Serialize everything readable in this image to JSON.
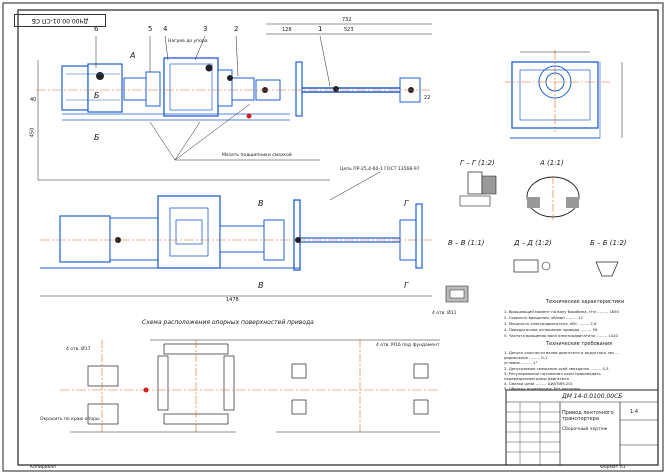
{
  "colors": {
    "blue": "#1e5fd0",
    "dim": "#2a2a2a",
    "axis": "#e06a1a",
    "red": "#d02020",
    "frame": "#222222"
  },
  "stamp": "ДЧ00 00.01-СП СБ",
  "top_view": {
    "callouts": [
      "6",
      "5",
      "4",
      "3",
      "2",
      "1"
    ],
    "letters": [
      "А",
      "Б",
      "Б"
    ],
    "dims": [
      "732",
      "128",
      "523",
      "450",
      "40",
      "22"
    ],
    "note_zone": "Нагрев до упора",
    "label_mid": "Мазать подшипники смазкой"
  },
  "front_view": {
    "chain_note": "Цепь ПР-25,4-60-1 ГОСТ 13568-97",
    "letters": [
      "В",
      "В",
      "Г",
      "Г"
    ],
    "dims": [
      "1478",
      "4 отв. Ø11"
    ]
  },
  "section_titles": {
    "gg": "Г – Г (1:2)",
    "a": "А (1:1)",
    "vv": "В – В (1:1)",
    "dd": "Д – Д (1:2)",
    "bb": "Б – Б (1:2)"
  },
  "scheme_title": "Схема расположения опорных поверхностей привода",
  "tech_title": "Технические характеристики",
  "tech_lines": [
    "1. Вращающий момент на валу барабана, Н·м ......... 1850",
    "2. Скорость вращения, об/мин ......... 12",
    "3. Мощность электродвигателя, кВт ......... 2,6",
    "4. Передаточное отношение привода ......... 59",
    "5. Частота вращения вала электродвигателя ......... 1420"
  ],
  "req_title": "Технические требования",
  "req_lines": [
    "1. Допуск соосности валов двигателя и редуктора, мм ...",
    "   радиальное ......... 0,1",
    "   угловое ......... 1°",
    "2. Допускаемое смещение осей звездочек ......... 0,5",
    "3. Регулирование натяжения цепи производить",
    "   перемещением рамы двигателя",
    "4. Смазка цепи ......... ЦИАТИМ-201",
    "5. Обкатку производить без нагрузки"
  ],
  "bottom_notes": [
    "4 отв. Ø17",
    "Окрасить по краю опоры",
    "4 отв. М16 под фундамент"
  ],
  "title_block": {
    "code": "ДМ 14-0.0100.00СБ",
    "name": "Привод ленточного транспортера",
    "sub": "Сборочный чертеж",
    "scale": "1:4"
  },
  "footer_left": "Копировал",
  "footer_right": "Формат A1"
}
